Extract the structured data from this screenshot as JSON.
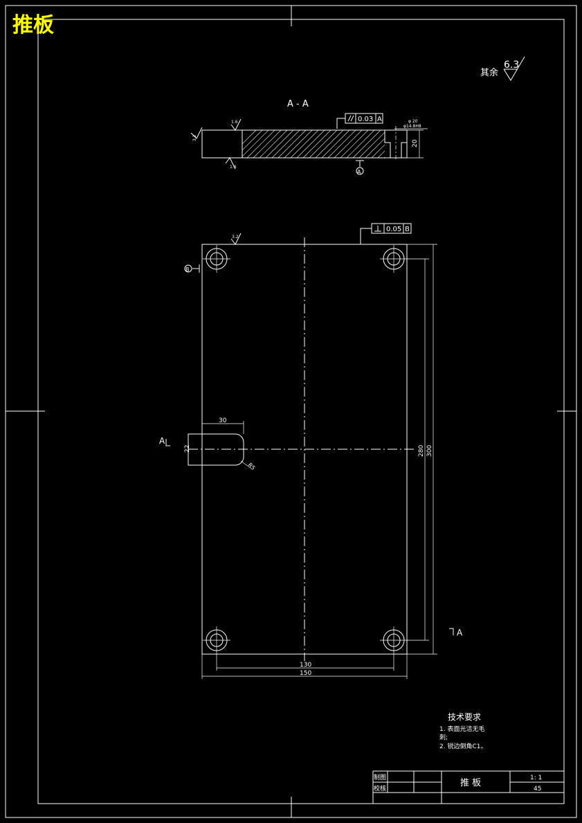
{
  "drawing_title": "推板",
  "roughness_note": {
    "label": "其余",
    "value": "6.3"
  },
  "section_view": {
    "label": "A - A",
    "parallelism_tolerance": "0.03",
    "parallelism_datum": "A",
    "datum_label": "A",
    "thickness_dim": "20",
    "hole_note_top": "φ 20",
    "hole_note_bottom": "φ14.8H8",
    "roughness_left": "3.2",
    "roughness_top": "1.6",
    "roughness_bottom": "1.6"
  },
  "plan_view": {
    "perpendicularity_tolerance": "0.05",
    "perpendicularity_datum": "B",
    "datum_label": "B",
    "roughness_top": "3.2",
    "slot_width": "30",
    "slot_height": "22",
    "slot_radius": "R5",
    "hole_pitch_x": "130",
    "plate_width": "150",
    "hole_pitch_y": "280",
    "plate_length": "300",
    "section_marker_left": "A",
    "section_marker_right": "A"
  },
  "tech_requirements": {
    "heading": "技术要求",
    "items": [
      "1. 表面光洁无毛",
      "刺;",
      "2. 锐边倒角C1。"
    ]
  },
  "title_block": {
    "drawn_label": "制图",
    "checked_label": "校核",
    "part_name": "推 板",
    "scale": "1: 1",
    "material": "45"
  }
}
